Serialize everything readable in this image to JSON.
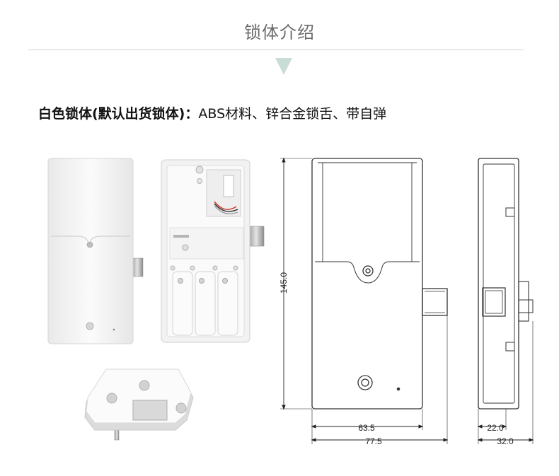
{
  "header": {
    "title": "锁体介绍"
  },
  "description": {
    "bold_part": "白色锁体(默认出货锁体)：",
    "normal_part": "ABS材料、锌合金锁舌、带自弹"
  },
  "drawing": {
    "height_label": "145.0",
    "width_inner_label": "63.5",
    "width_outer_label": "77.5",
    "depth_inner_label": "22.0",
    "depth_outer_label": "32.0"
  },
  "colors": {
    "title_text": "#6b6b6b",
    "divider": "#cfd4d0",
    "arrow": "#c9ddd6",
    "line_drawing": "#333333",
    "body_white": "#f7f7f7"
  }
}
